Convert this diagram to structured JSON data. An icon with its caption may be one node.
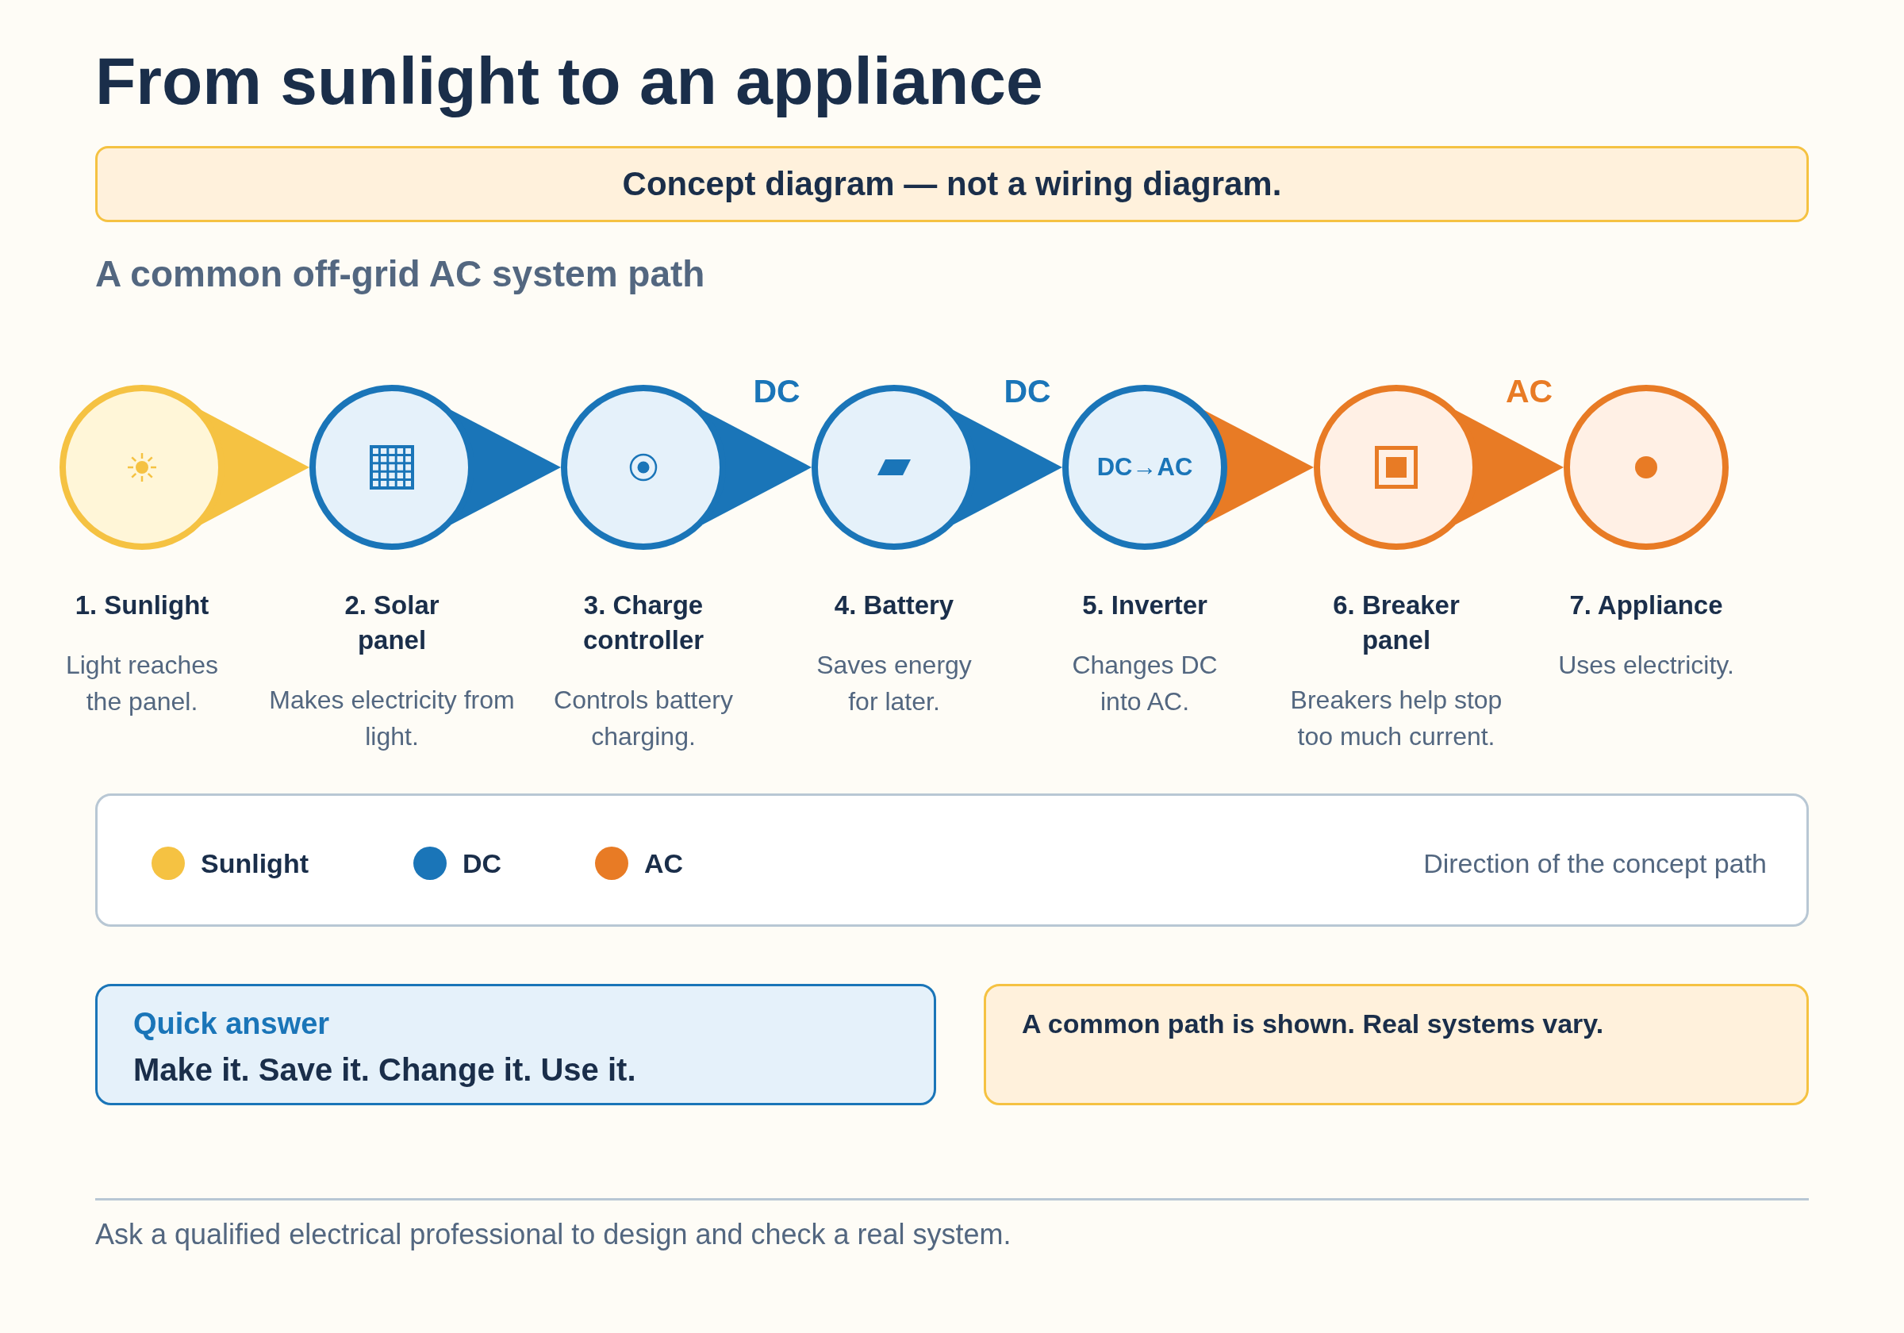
{
  "diagram": {
    "title": "From sunlight to an appliance",
    "caption": "Ask a qualified electrical professional to design and check a real system.",
    "nodes": [
      {
        "text": [
          "Concept diagram — not a wiring diagram."
        ]
      },
      {
        "text": [
          "1. Sunlight",
          "Light reaches the panel."
        ]
      },
      {
        "text": [
          "2. Solar panel",
          "Makes electricity from light."
        ]
      },
      {
        "text": [
          "3. Charge controller",
          "Controls battery charging."
        ]
      },
      {
        "text": [
          "4. Battery",
          "Saves energy for later."
        ]
      },
      {
        "text": [
          "DC→AC",
          "5. Inverter",
          "Changes DC into AC."
        ]
      },
      {
        "text": [
          "6. Breaker panel",
          "Breakers help stop too much current."
        ]
      },
      {
        "text": [
          "7. Appliance",
          "Uses electricity."
        ]
      },
      {
        "text": [
          "Quick answer",
          "Make it. Save it. Change it. Use it."
        ]
      },
      {
        "text": [
          "A common path is shown. Real systems vary."
        ]
      }
    ],
    "edges": [
      {
        "from": 1,
        "to": 2,
        "arrow": "to",
        "color": "#f5c242"
      },
      {
        "from": 2,
        "to": 3,
        "arrow": "to"
      },
      {
        "from": 3,
        "to": 4,
        "arrow": "to",
        "label": "DC"
      },
      {
        "from": 4,
        "to": 5,
        "arrow": "to",
        "label": "DC"
      },
      {
        "from": 5,
        "to": 6,
        "arrow": "to",
        "color": "#e87b25"
      },
      {
        "from": 6,
        "to": 7,
        "arrow": "to",
        "label": "AC",
        "color": "#e87b25"
      }
    ],
    "labels": [
      "A common off-grid AC system path",
      "Direction of the concept path"
    ],
    "legend": [
      {
        "text": "Sunlight",
        "color": "#f5c242"
      },
      {
        "text": "DC",
        "color": "#1a75b8"
      },
      {
        "text": "AC",
        "color": "#e87b25"
      }
    ]
  }
}
